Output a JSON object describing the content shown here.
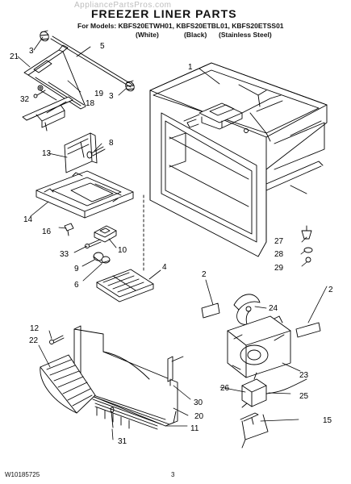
{
  "header": {
    "watermark": "AppliancePartsPros.com",
    "title": "FREEZER LINER PARTS",
    "models_line": "For Models: KBFS20ETWH01, KBFS20ETBL01, KBFS20ETSS01",
    "color_white": "(White)",
    "color_black": "(Black)",
    "color_stainless": "(Stainless Steel)"
  },
  "callouts": [
    "1",
    "2",
    "2",
    "3",
    "3",
    "4",
    "5",
    "6",
    "8",
    "9",
    "10",
    "11",
    "12",
    "13",
    "14",
    "15",
    "16",
    "18",
    "19",
    "20",
    "21",
    "22",
    "23",
    "24",
    "25",
    "26",
    "27",
    "28",
    "29",
    "30",
    "31",
    "32",
    "33"
  ],
  "footer": {
    "doc_number": "W10185725",
    "page_number": "3"
  }
}
